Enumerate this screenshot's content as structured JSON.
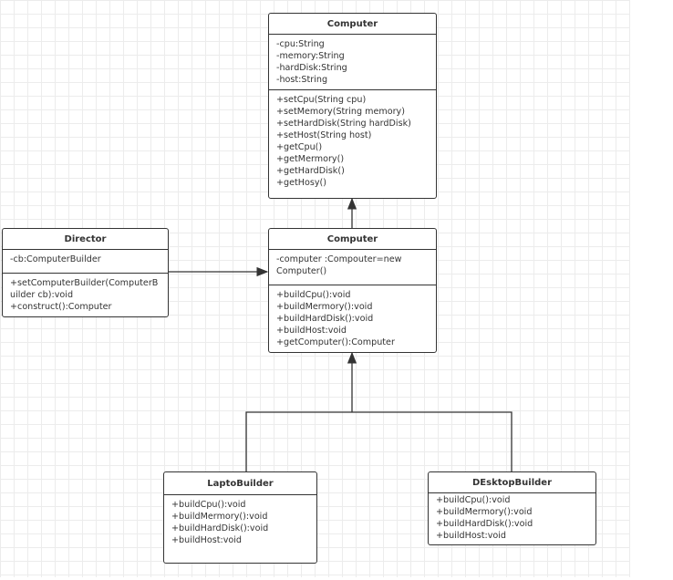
{
  "classes": {
    "computer": {
      "name": "Computer",
      "attributes": [
        "-cpu:String",
        "-memory:String",
        "-hardDisk:String",
        "-host:String"
      ],
      "methods": [
        "+setCpu(String cpu)",
        "+setMemory(String memory)",
        "+setHardDisk(String hardDisk)",
        "+setHost(String host)",
        "+getCpu()",
        "+getMermory()",
        "+getHardDisk()",
        "+getHosy()"
      ]
    },
    "director": {
      "name": "Director",
      "attributes": [
        "-cb:ComputerBuilder"
      ],
      "methods": [
        "+setComputerBuilder(ComputerB uilder cb):void",
        "+construct():Computer"
      ]
    },
    "builder": {
      "name": "Computer",
      "attributes": [
        "-computer :Compouter=new Computer()"
      ],
      "methods": [
        "+buildCpu():void",
        "+buildMermory():void",
        "+buildHardDisk():void",
        "+buildHost:void",
        "+getComputer():Computer"
      ]
    },
    "laptop": {
      "name": "LaptoBuilder",
      "methods": [
        "+buildCpu():void",
        "+buildMermory():void",
        "+buildHardDisk():void",
        "+buildHost:void"
      ]
    },
    "desktop": {
      "name": "DEsktopBuilder",
      "methods": [
        "+buildCpu():void",
        "+buildMermory():void",
        "+buildHardDisk():void",
        "+buildHost:void"
      ]
    }
  },
  "colors": {
    "line": "#333333",
    "grid": "#ececec"
  }
}
